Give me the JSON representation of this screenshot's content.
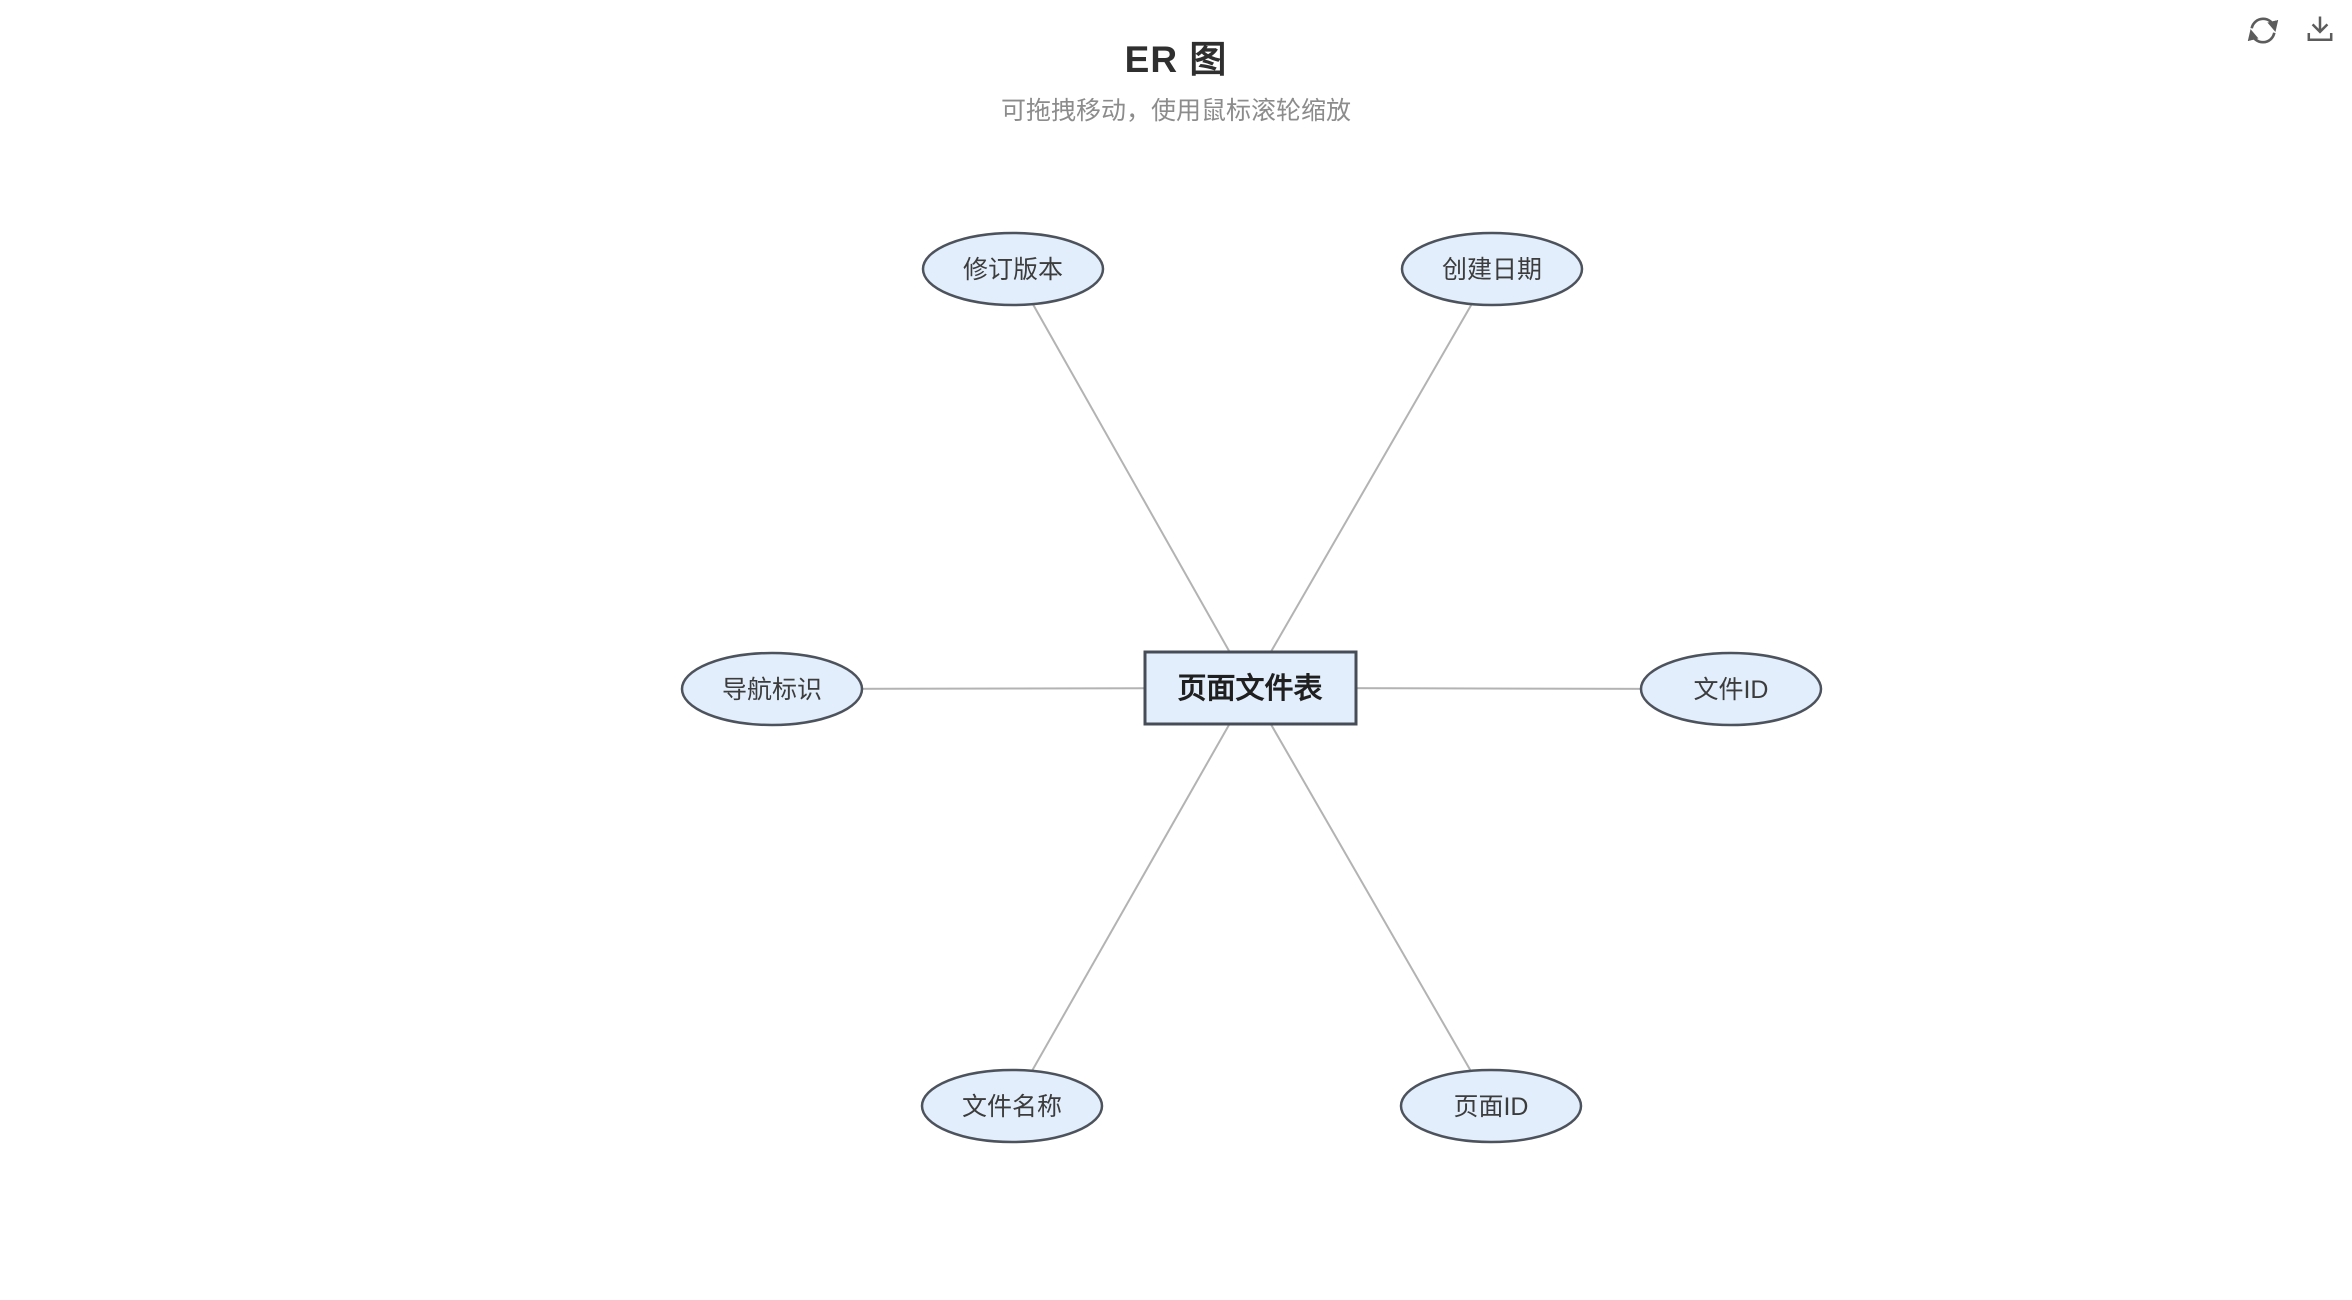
{
  "header": {
    "title": "ER 图",
    "subtitle": "可拖拽移动，使用鼠标滚轮缩放"
  },
  "toolbar": {
    "icons": [
      {
        "name": "refresh-icon"
      },
      {
        "name": "download-icon"
      }
    ]
  },
  "colors": {
    "node_fill": "#e2eefb",
    "node_stroke": "#4d535c",
    "edge": "#b3b3b3",
    "title_text": "#2f2f2f",
    "subtitle_text": "#8c8c8c",
    "icon": "#5c5c5c"
  },
  "diagram": {
    "entity": {
      "label": "页面文件表",
      "shape": "rect"
    },
    "attributes": [
      {
        "label": "修订版本",
        "position": "top-left"
      },
      {
        "label": "创建日期",
        "position": "top-right"
      },
      {
        "label": "导航标识",
        "position": "left"
      },
      {
        "label": "文件ID",
        "position": "right"
      },
      {
        "label": "文件名称",
        "position": "bottom-left"
      },
      {
        "label": "页面ID",
        "position": "bottom-right"
      }
    ]
  }
}
